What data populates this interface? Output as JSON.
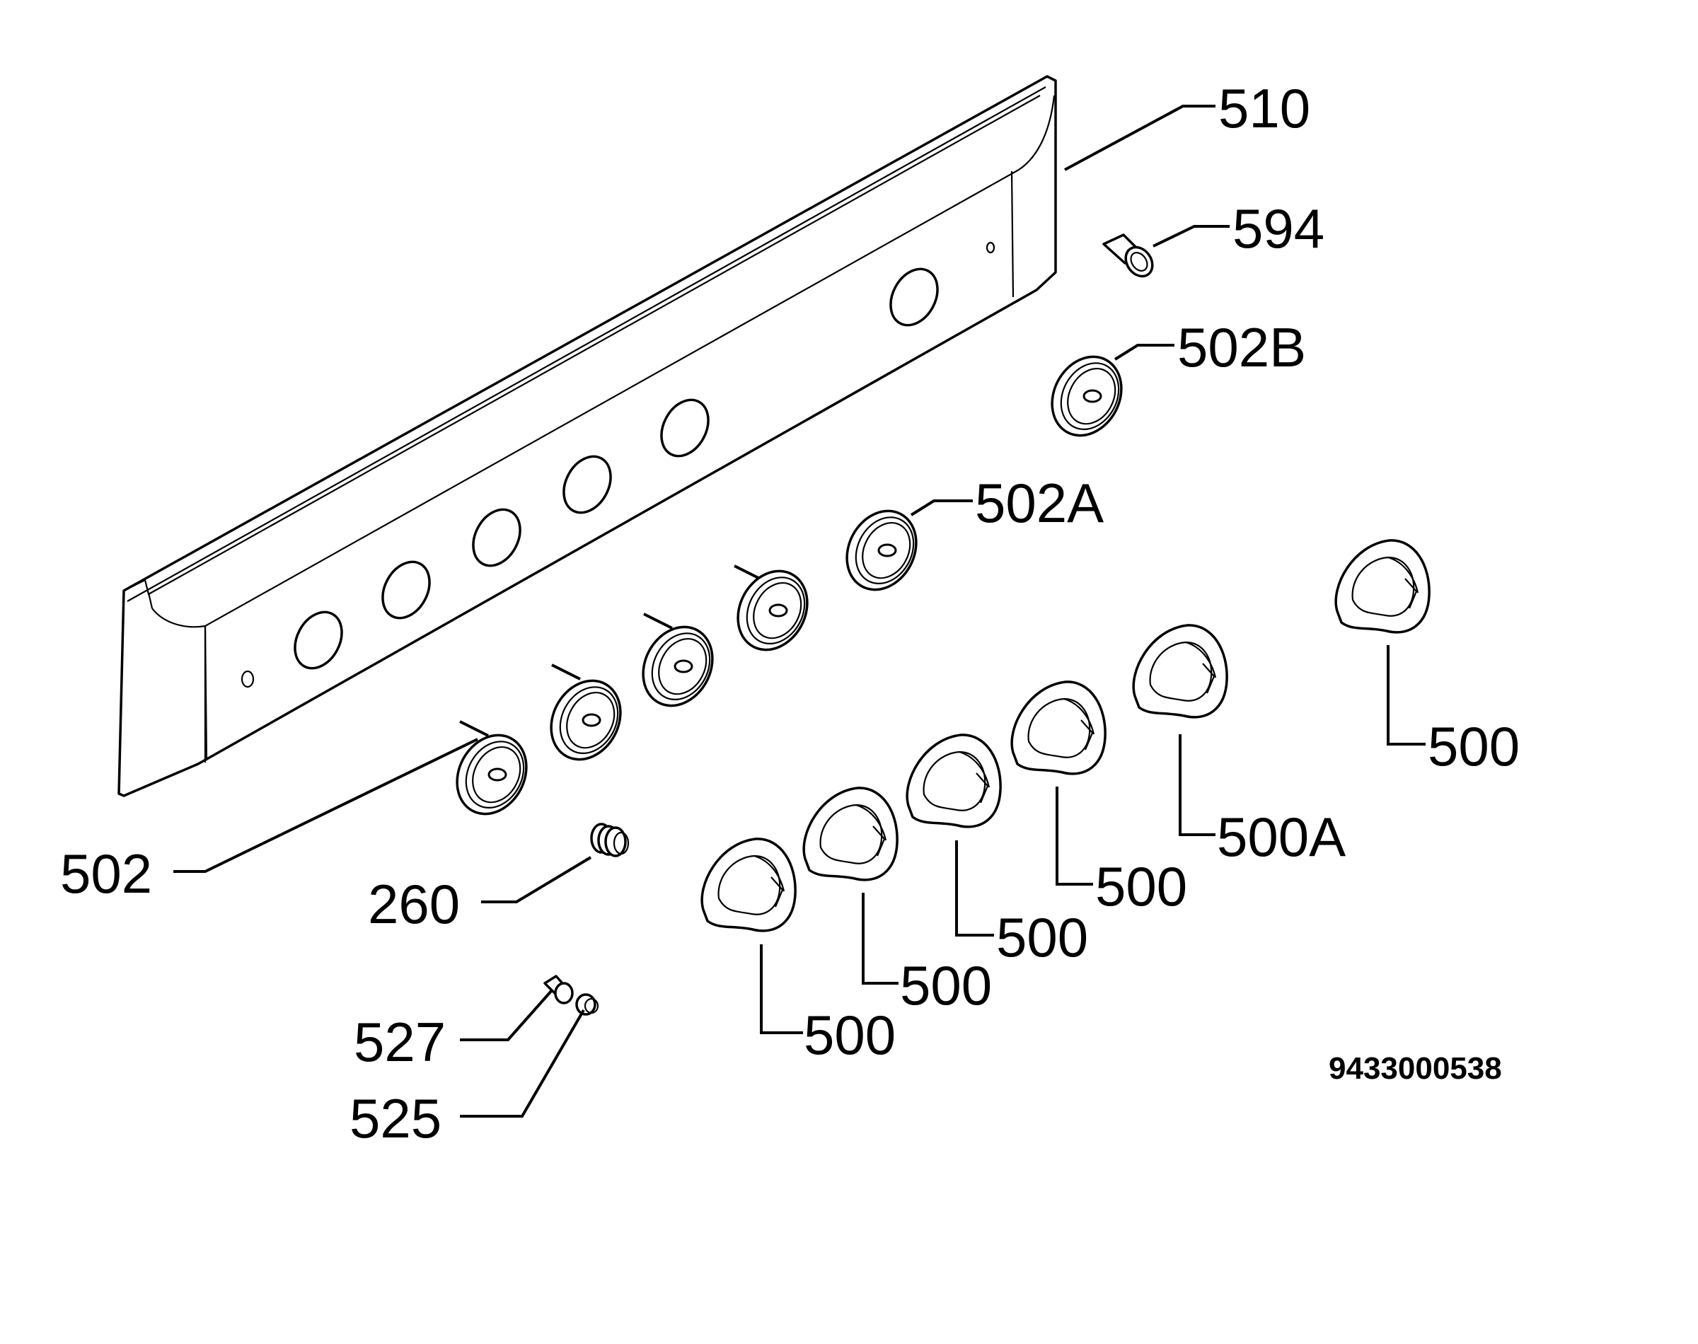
{
  "diagram": {
    "callouts": {
      "panel": "510",
      "lamp": "594",
      "bezel_b": "502B",
      "bezel_a": "502A",
      "bezel": "502",
      "spring": "260",
      "pin_527": "527",
      "pin_525": "525",
      "knob_1": "500",
      "knob_2": "500",
      "knob_3": "500",
      "knob_4": "500",
      "knob_5": "500A",
      "knob_6": "500"
    },
    "document_number": "9433000538"
  }
}
